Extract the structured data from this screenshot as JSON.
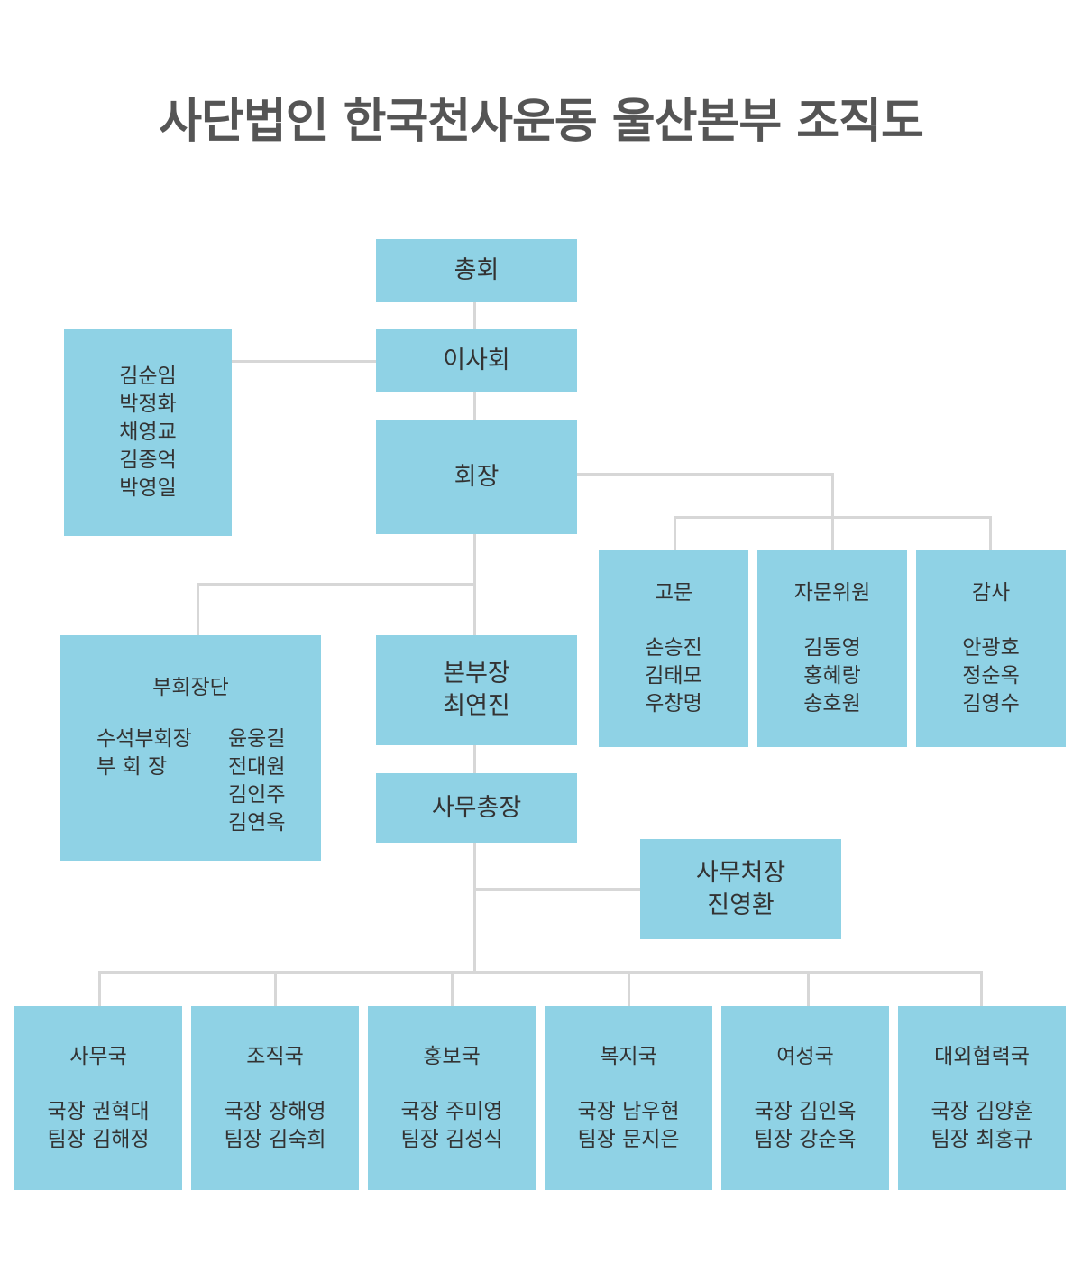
{
  "title": "사단법인 한국천사운동 울산본부 조직도",
  "colors": {
    "box": "#8fd2e5",
    "line": "#d7d7d7",
    "text": "#333333",
    "title": "#555555"
  },
  "general_assembly": "총회",
  "board": {
    "label": "이사회",
    "members": [
      "김순임",
      "박정화",
      "채영교",
      "김종억",
      "박영일"
    ]
  },
  "chairman": "회장",
  "vice_chairs": {
    "title": "부회장단",
    "senior_role": "수석부회장",
    "senior_name": "윤웅길",
    "vice_role": "부 회 장",
    "vice_names": [
      "전대원",
      "김인주",
      "김연옥"
    ]
  },
  "branch_head": {
    "title": "본부장",
    "name": "최연진"
  },
  "advisors": [
    {
      "title": "고문",
      "members": [
        "손승진",
        "김태모",
        "우창명"
      ]
    },
    {
      "title": "자문위원",
      "members": [
        "김동영",
        "홍혜랑",
        "송호원"
      ]
    },
    {
      "title": "감사",
      "members": [
        "안광호",
        "정순옥",
        "김영수"
      ]
    }
  ],
  "secretary_general": "사무총장",
  "office_head": {
    "title": "사무처장",
    "name": "진영환"
  },
  "departments": [
    {
      "name": "사무국",
      "director": "국장 권혁대",
      "leader": "팀장 김해정"
    },
    {
      "name": "조직국",
      "director": "국장 장해영",
      "leader": "팀장 김숙희"
    },
    {
      "name": "홍보국",
      "director": "국장 주미영",
      "leader": "팀장 김성식"
    },
    {
      "name": "복지국",
      "director": "국장 남우현",
      "leader": "팀장 문지은"
    },
    {
      "name": "여성국",
      "director": "국장 김인옥",
      "leader": "팀장 강순옥"
    },
    {
      "name": "대외협력국",
      "director": "국장 김양훈",
      "leader": "팀장 최홍규"
    }
  ]
}
